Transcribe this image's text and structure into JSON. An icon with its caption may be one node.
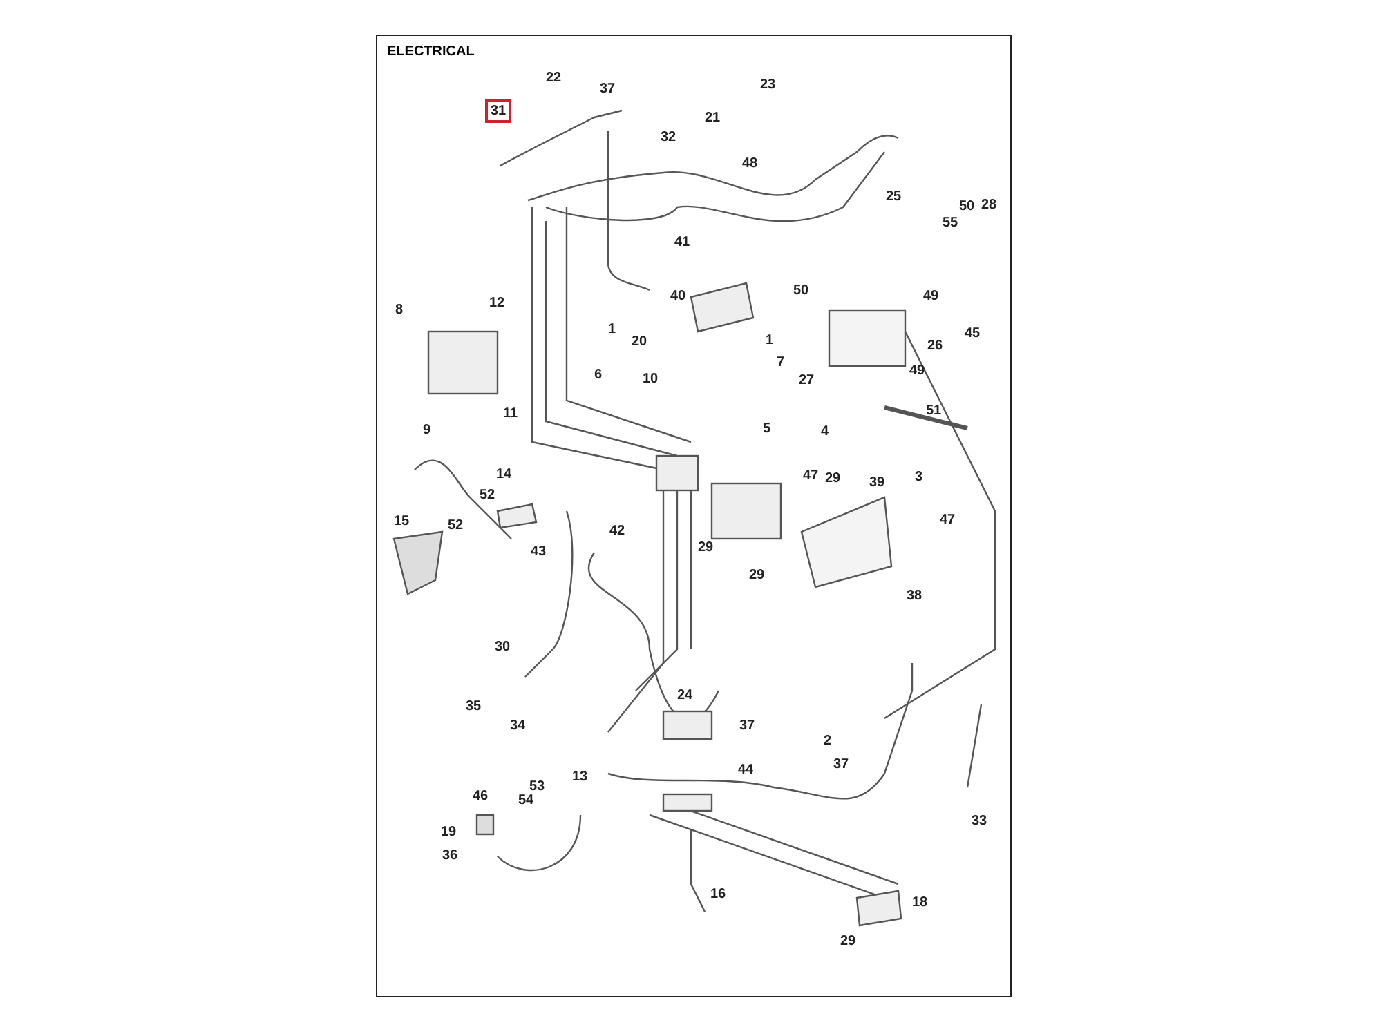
{
  "diagram": {
    "title": "ELECTRICAL",
    "labels": [
      "22",
      "37",
      "23",
      "31",
      "21",
      "32",
      "48",
      "25",
      "50",
      "28",
      "55",
      "41",
      "50",
      "40",
      "49",
      "8",
      "12",
      "1",
      "20",
      "1",
      "45",
      "26",
      "49",
      "6",
      "7",
      "10",
      "27",
      "11",
      "51",
      "9",
      "5",
      "4",
      "14",
      "47",
      "29",
      "39",
      "3",
      "52",
      "15",
      "52",
      "47",
      "43",
      "42",
      "29",
      "29",
      "38",
      "30",
      "24",
      "35",
      "34",
      "37",
      "2",
      "44",
      "37",
      "53",
      "13",
      "46",
      "54",
      "19",
      "33",
      "36",
      "16",
      "18",
      "29"
    ]
  }
}
